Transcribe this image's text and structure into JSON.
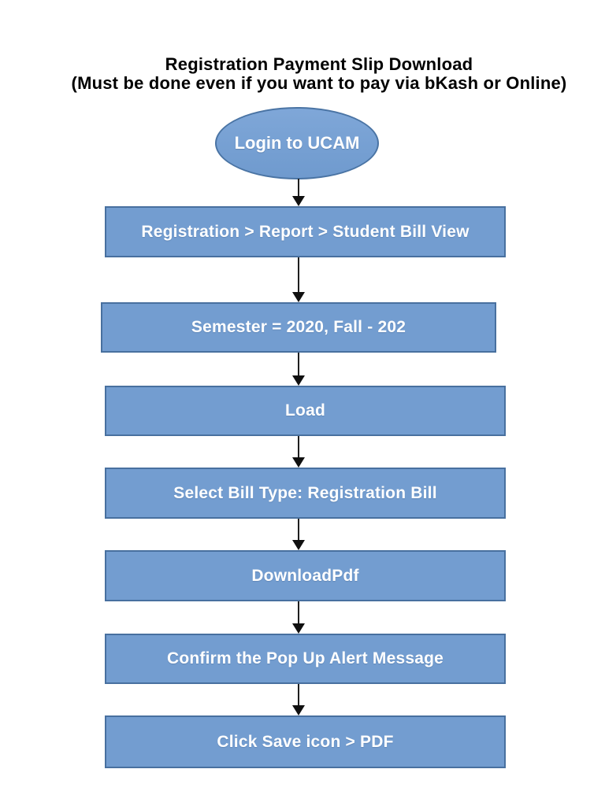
{
  "title": {
    "line1": "Registration Payment Slip Download",
    "line2": "(Must be done even if you want to pay via bKash or Online)"
  },
  "flowchart": {
    "start_node": {
      "label": "Login to UCAM"
    },
    "steps": [
      {
        "label": "Registration > Report > Student Bill View"
      },
      {
        "label": "Semester = 2020, Fall - 202"
      },
      {
        "label": "Load"
      },
      {
        "label": "Select Bill Type: Registration Bill"
      },
      {
        "label": "DownloadPdf"
      },
      {
        "label": "Confirm the Pop Up Alert Message"
      },
      {
        "label": "Click Save icon > PDF"
      }
    ]
  },
  "colors": {
    "shape_fill": "#739dd0",
    "shape_border": "#48709f",
    "shape_text": "#ffffff",
    "title_text": "#000000",
    "arrow": "#101010",
    "background": "#ffffff"
  }
}
